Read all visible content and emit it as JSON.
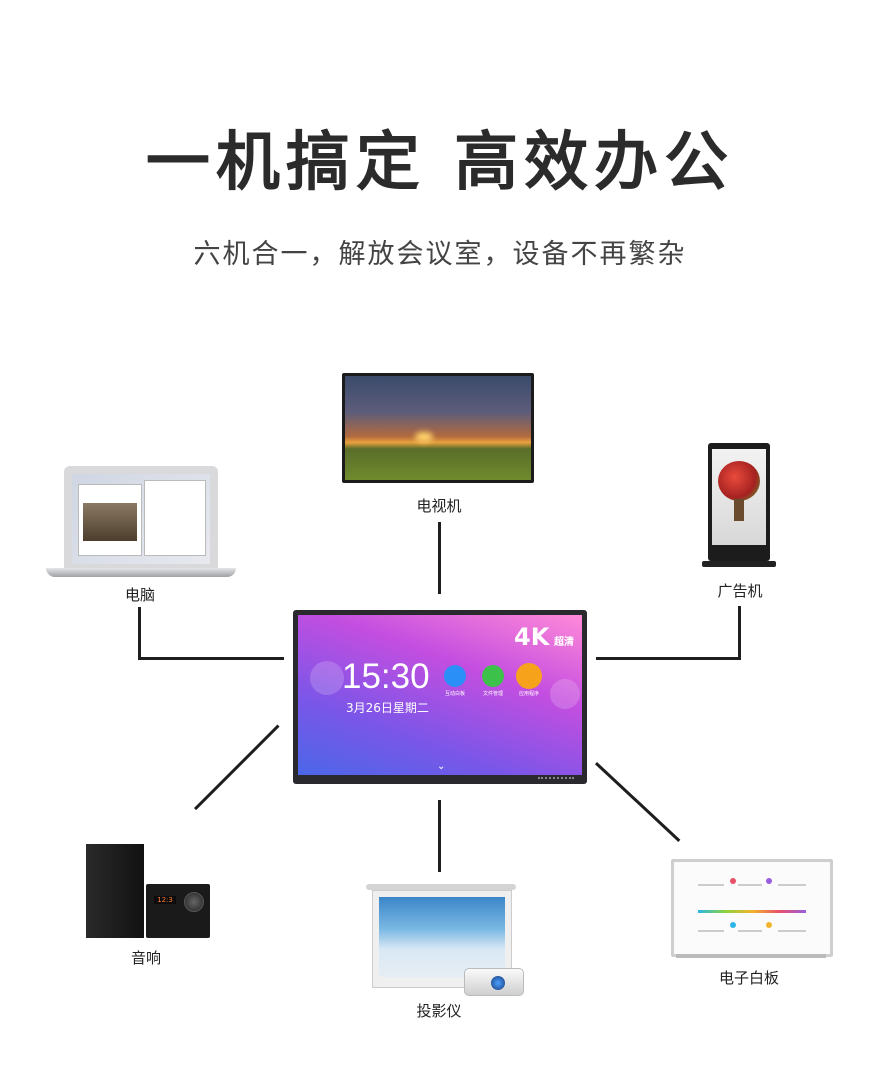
{
  "headline": "一机搞定 高效办公",
  "subheadline": "六机合一，解放会议室，设备不再繁杂",
  "devices": {
    "tv": "电视机",
    "laptop": "电脑",
    "kiosk": "广告机",
    "speaker": "音响",
    "projector": "投影仪",
    "whiteboard": "电子白板"
  },
  "center_display": {
    "badge": "4K",
    "badge_suffix": "超清",
    "time": "15:30",
    "date": "3月26日星期二",
    "apps": [
      "互动白板",
      "文件管理",
      "应用程序"
    ]
  },
  "speaker_display": "12:3",
  "colors": {
    "line": "#1e1e1e",
    "app_blue": "#2a8ff7",
    "app_green": "#3cc24a",
    "app_orange": "#f7a21b"
  }
}
